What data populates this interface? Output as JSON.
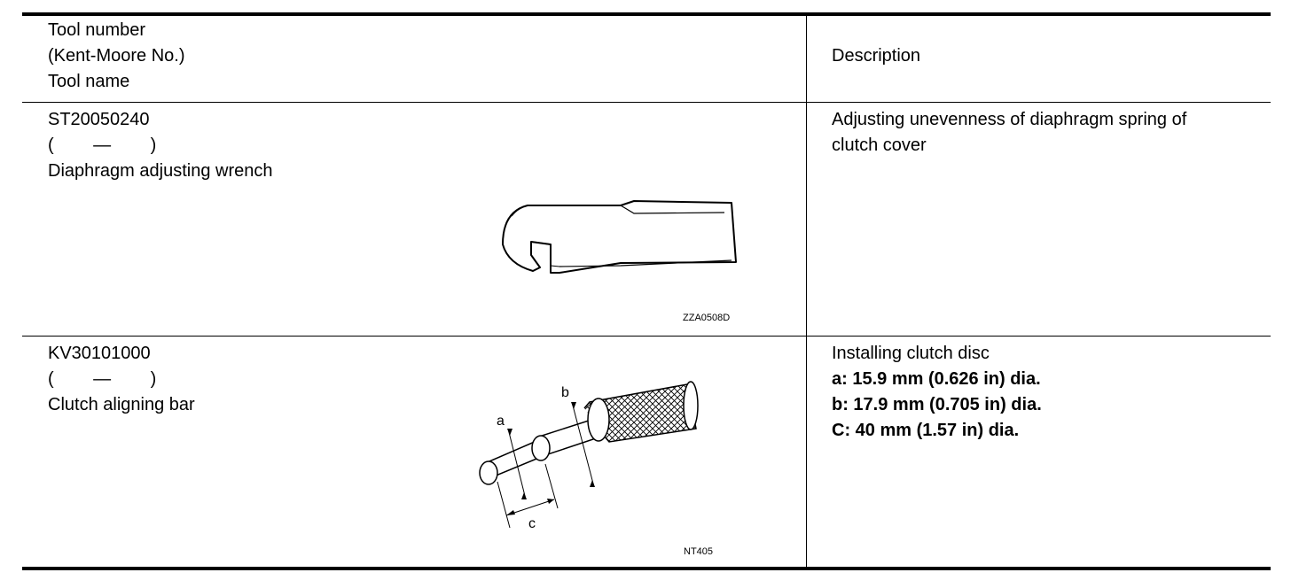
{
  "header": {
    "tool_col": [
      "Tool number",
      "(Kent-Moore No.)",
      "Tool name"
    ],
    "description_col": "Description"
  },
  "rows": [
    {
      "tool_number": "ST20050240",
      "kent_moore": "(        —        )",
      "tool_name": "Diaphragm adjusting wrench",
      "description": [
        "Adjusting unevenness of diaphragm spring of",
        "clutch cover"
      ],
      "figure_code": "ZZA0508D"
    },
    {
      "tool_number": "KV30101000",
      "kent_moore": "(        —        )",
      "tool_name": "Clutch aligning bar",
      "description": [
        "Installing clutch disc"
      ],
      "specs": [
        "a: 15.9 mm (0.626 in) dia.",
        "b: 17.9 mm (0.705 in) dia.",
        "C: 40 mm (1.57 in) dia."
      ],
      "figure_code": "NT405",
      "dimension_labels": {
        "a": "a",
        "b": "b",
        "c": "c"
      }
    }
  ]
}
